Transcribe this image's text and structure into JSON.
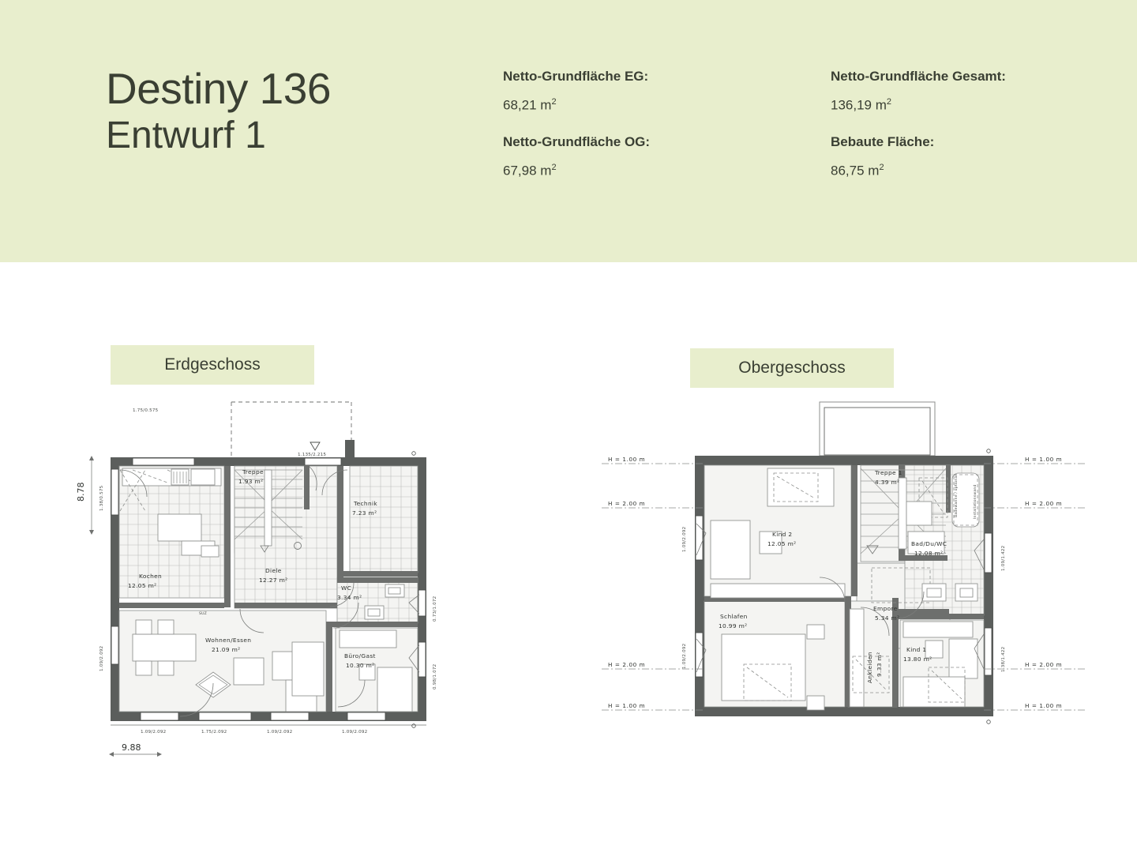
{
  "header": {
    "title": "Destiny 136",
    "subtitle": "Entwurf 1",
    "stats": [
      {
        "label": "Netto-Grundfläche EG:",
        "value": "68,21 m",
        "unit": "2"
      },
      {
        "label": "Netto-Grundfläche OG:",
        "value": "67,98 m",
        "unit": "2"
      },
      {
        "label": "Netto-Grundfläche Gesamt:",
        "value": "136,19 m",
        "unit": "2"
      },
      {
        "label": "Bebaute Fläche:",
        "value": "86,75 m",
        "unit": "2"
      }
    ]
  },
  "colors": {
    "band_background": "#e8eecd",
    "text": "#3a3f33",
    "wall": "#5b5e5c",
    "room_fill": "#f4f4f2"
  },
  "floors": [
    {
      "id": "erdgeschoss",
      "tag": "Erdgeschoss",
      "total_area": "68,21 m²",
      "rooms": [
        {
          "name": "Kochen",
          "area": "12.05 m²"
        },
        {
          "name": "Treppe",
          "area": "1.93 m²"
        },
        {
          "name": "Technik",
          "area": "7.23 m²"
        },
        {
          "name": "Diele",
          "area": "12.27 m²"
        },
        {
          "name": "WC",
          "area": "3.34 m²"
        },
        {
          "name": "Wohnen/Essen",
          "area": "21.09 m²"
        },
        {
          "name": "Büro/Gast",
          "area": "10.30 m²"
        }
      ],
      "annotations": [
        "SUZ"
      ],
      "dimensions": {
        "overall_height": "8.78",
        "scale_bar": "9.88",
        "top": [
          "1.75/0.575",
          "1.135/2.215"
        ],
        "left": [
          "1.38/0.575",
          "1.09/2.092"
        ],
        "right": [
          "0.73/1.072",
          "0.98/1.072"
        ],
        "bottom": [
          "1.09/2.092",
          "1.75/2.092",
          "1.09/2.092",
          "1.09/2.092"
        ]
      }
    },
    {
      "id": "obergeschoss",
      "tag": "Obergeschoss",
      "total_area": "67,98 m²",
      "rooms": [
        {
          "name": "Kind 2",
          "area": "12.05 m²"
        },
        {
          "name": "Treppe 1",
          "area": "4.39 m²"
        },
        {
          "name": "Bad/Du/WC",
          "area": "12.08 m²"
        },
        {
          "name": "Empore",
          "area": "5.34 m²"
        },
        {
          "name": "Schlafen",
          "area": "10.99 m²"
        },
        {
          "name": "Ankleiden",
          "area": "9.33 m²"
        },
        {
          "name": "Kind 1",
          "area": "13.80 m²"
        }
      ],
      "annotations": [
        "Badewanne / optional",
        "Installationswand"
      ],
      "height_marks_left": [
        "H = 1.00 m",
        "H = 2.00 m",
        "H = 2.00 m",
        "H = 1.00 m"
      ],
      "height_marks_right": [
        "H = 1.00 m",
        "H = 2.00 m",
        "H = 2.00 m",
        "H = 1.00 m"
      ],
      "dimensions": {
        "left": [
          "1.09/2.092",
          "1.09/2.092"
        ],
        "right": [
          "1.09/1.422",
          "1.38/1.422"
        ]
      }
    }
  ]
}
